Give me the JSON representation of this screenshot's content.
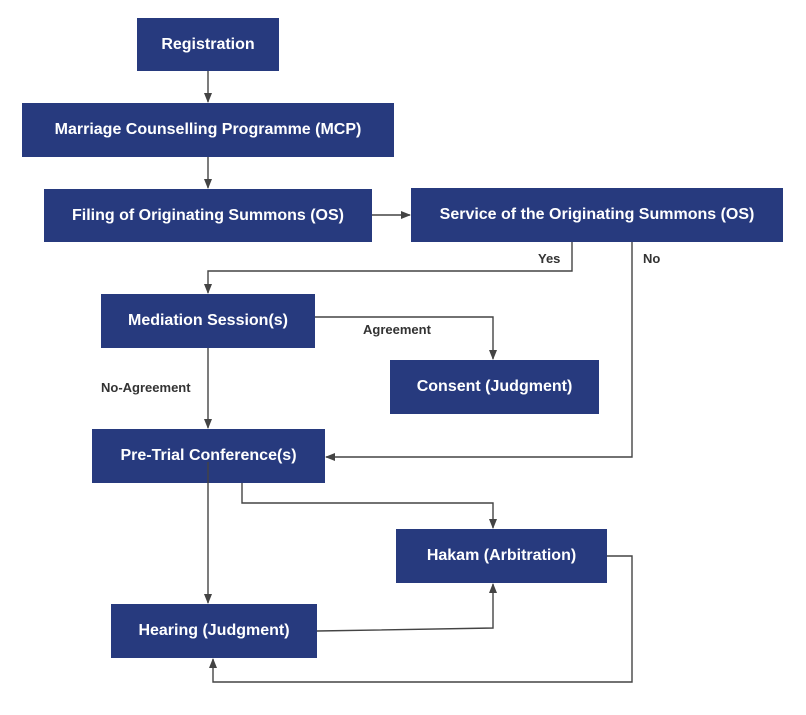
{
  "nodes": {
    "registration": "Registration",
    "mcp": "Marriage Counselling Programme (MCP)",
    "filing": "Filing of Originating Summons (OS)",
    "service": "Service of the Originating Summons (OS)",
    "mediation": "Mediation Session(s)",
    "consent": "Consent (Judgment)",
    "pretrial": "Pre-Trial Conference(s)",
    "hakam": "Hakam (Arbitration)",
    "hearing": "Hearing (Judgment)"
  },
  "edge_labels": {
    "yes": "Yes",
    "no": "No",
    "agreement": "Agreement",
    "no_agreement": "No-Agreement"
  },
  "colors": {
    "box_fill": "#273a7e",
    "box_text": "#ffffff",
    "connector": "#444444",
    "label_text": "#333333"
  }
}
